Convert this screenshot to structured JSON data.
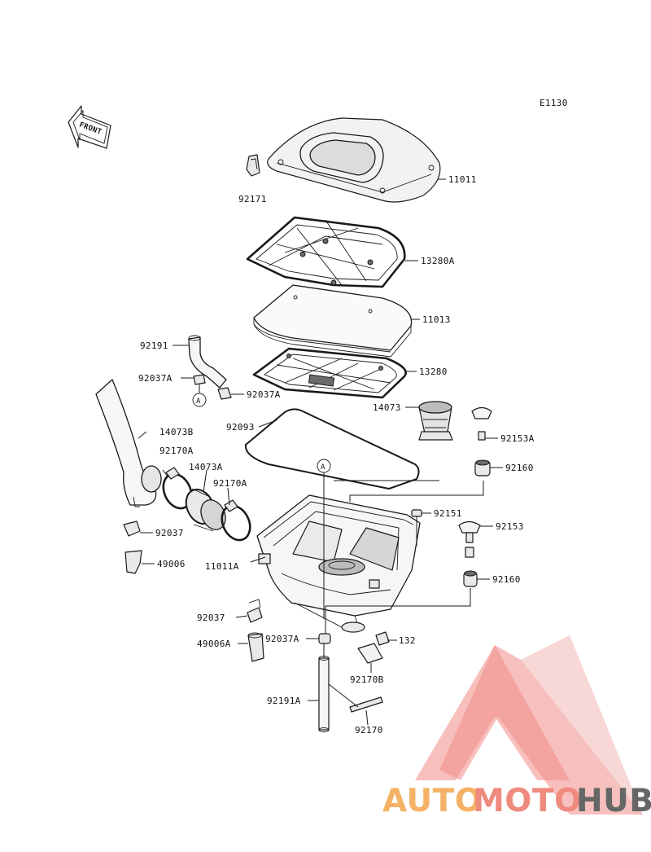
{
  "ref_code": "E1130",
  "front_arrow": "FRONT",
  "reference_marker": "A",
  "labels": {
    "l11011": "11011",
    "l92171": "92171",
    "l13280A": "13280A",
    "l11013": "11013",
    "l92191": "92191",
    "l13280": "13280",
    "l92037A_top": "92037A",
    "l92037A_right": "92037A",
    "l14073": "14073",
    "l92093": "92093",
    "l14073B": "14073B",
    "l92153A": "92153A",
    "l92170A_left": "92170A",
    "l92160_upper": "92160",
    "l14073A": "14073A",
    "l92170A_right": "92170A",
    "l92151": "92151",
    "l92153": "92153",
    "l92037": "92037",
    "l49006": "49006",
    "l11011A": "11011A",
    "l92160_lower": "92160",
    "l92037_lower": "92037",
    "l49006A": "49006A",
    "l92037A_lower": "92037A",
    "l132": "132",
    "l92170B": "92170B",
    "l92191A": "92191A",
    "l92170": "92170"
  },
  "watermark": {
    "part1": "AUTO",
    "part2": "MOTO",
    "part3": "HUB",
    "color_orange": "#f4b266",
    "color_red": "#ef8a7e",
    "color_gray": "#666666"
  }
}
